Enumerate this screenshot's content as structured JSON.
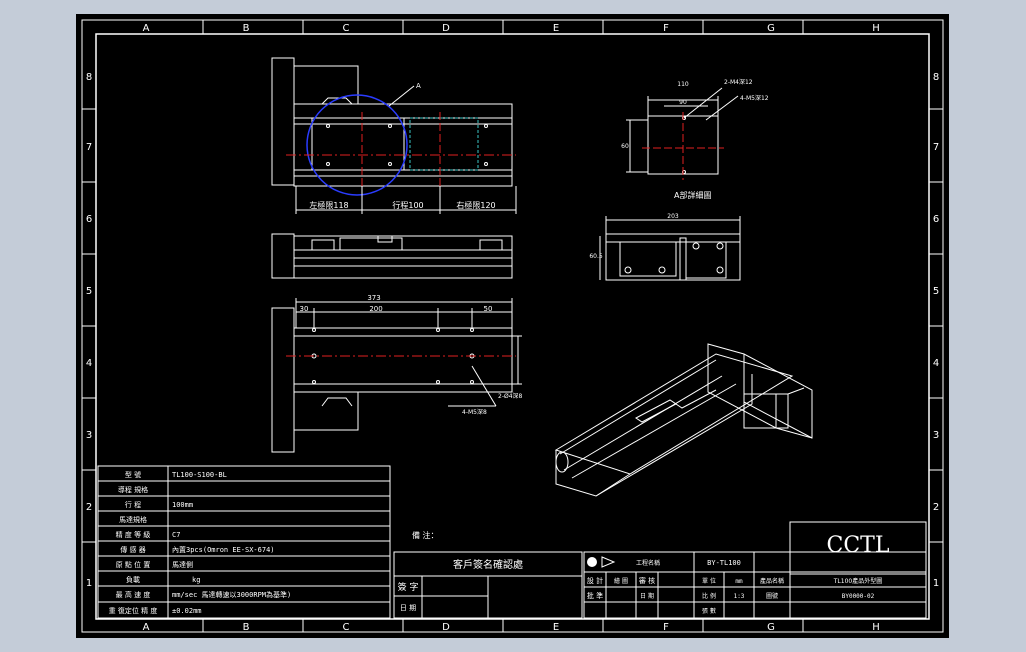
{
  "zone_letters": [
    "A",
    "B",
    "C",
    "D",
    "E",
    "F",
    "G",
    "H"
  ],
  "zone_numbers": [
    "8",
    "7",
    "6",
    "5",
    "4",
    "3",
    "2",
    "1"
  ],
  "dimensions": {
    "left_travel": "左極限118",
    "stroke": "行程100",
    "right_travel": "右極限120",
    "overall_length": "373",
    "pitch_200": "200",
    "end_30": "30",
    "end_50": "50",
    "detail_width": "110",
    "detail_inner": "90",
    "detail_height": "60",
    "side_length": "203",
    "side_height": "60.5",
    "hole_note_1": "2-M4深12",
    "hole_note_2": "4-M5深12",
    "hole_note_3": "4-M5深8",
    "hole_note_4": "2-Ø4深8"
  },
  "labels": {
    "detail_title": "A部詳細圖",
    "callout": "A",
    "note": "備 注：",
    "logo": "CCTL"
  },
  "spec_table": [
    {
      "label": "型 號",
      "value": "TL100-S100-BL"
    },
    {
      "label": "導程 規格",
      "value": ""
    },
    {
      "label": "行 程",
      "value": "100mm"
    },
    {
      "label": "馬達規格",
      "value": ""
    },
    {
      "label": "精 度 等 級",
      "value": "C7"
    },
    {
      "label": "傳 感 器",
      "value": "內置3pcs(Omron EE-SX-674)"
    },
    {
      "label": "原 點 位 置",
      "value": "馬達側"
    },
    {
      "label": "負載",
      "value": "kg"
    },
    {
      "label": "最 高 速 度",
      "value": "mm/sec 馬達轉速以3000RPM為基準)"
    },
    {
      "label": "重 復定位 精 度",
      "value": "±0.02mm"
    }
  ],
  "confirm": {
    "header": "客戶簽名確認處",
    "sign": "簽 字",
    "date": "日 期"
  },
  "title_block": {
    "company": "工程名稱",
    "drawing_name": "BY-TL100",
    "design": "設 計",
    "check": "審 核",
    "approve": "批 準",
    "unit": "單 位",
    "unit_val": "mm",
    "scale": "比 例",
    "scale_val": "1:3",
    "sheets": "張 數",
    "material": "產品名稱",
    "product": "TL100產品外型圖",
    "drawing_no": "圖號",
    "drawing_no_val": "BY0000-02",
    "drawn": "繪 圖",
    "date_label": "日 期"
  }
}
